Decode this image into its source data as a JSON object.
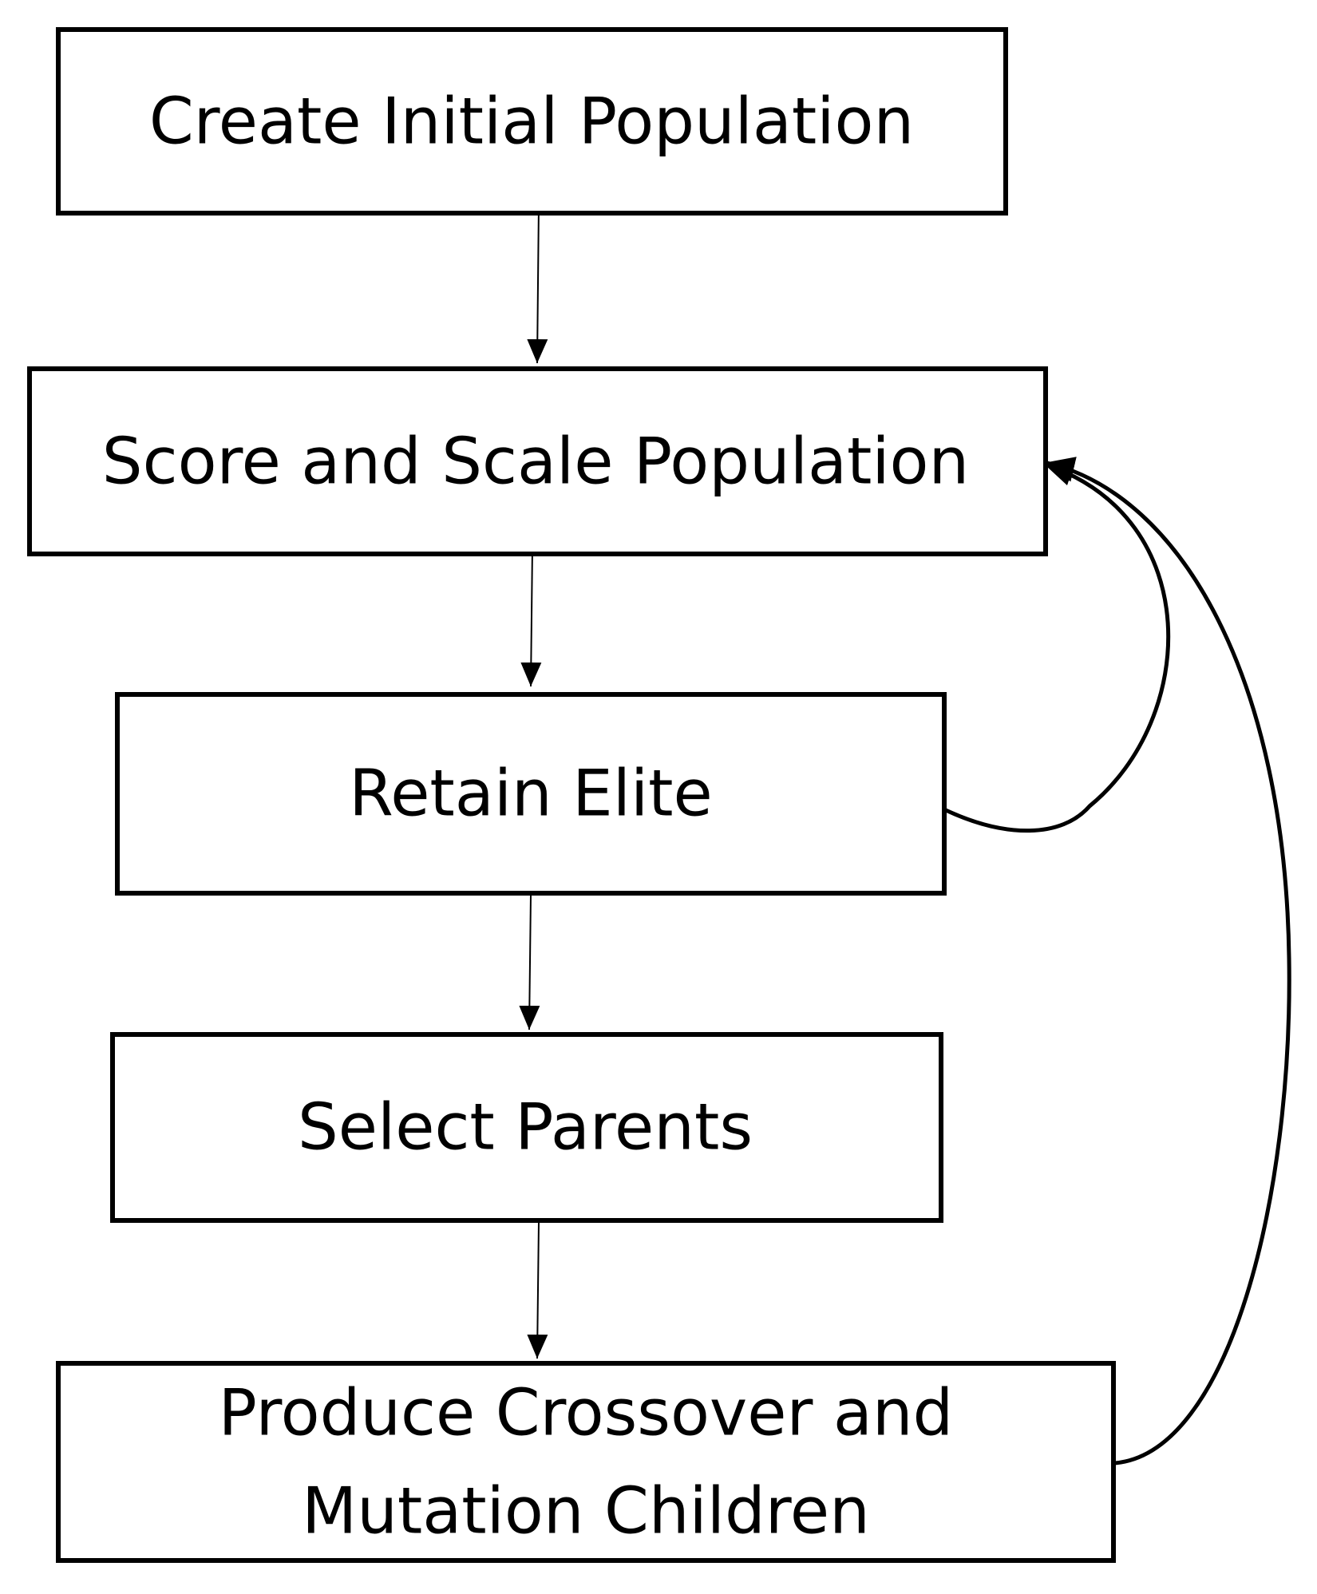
{
  "diagram": {
    "nodes": [
      {
        "id": "create",
        "lines": [
          "Create Initial Population"
        ]
      },
      {
        "id": "score",
        "lines": [
          "Score and Scale Population"
        ]
      },
      {
        "id": "retain",
        "lines": [
          "Retain Elite"
        ]
      },
      {
        "id": "select",
        "lines": [
          "Select Parents"
        ]
      },
      {
        "id": "produce",
        "lines": [
          "Produce Crossover and",
          "Mutation Children"
        ]
      }
    ],
    "edges": [
      {
        "from": "create",
        "to": "score"
      },
      {
        "from": "score",
        "to": "retain"
      },
      {
        "from": "retain",
        "to": "select"
      },
      {
        "from": "select",
        "to": "produce"
      },
      {
        "from": "retain",
        "to": "score"
      },
      {
        "from": "produce",
        "to": "score"
      }
    ],
    "colors": {
      "stroke": "#000000",
      "background": "#ffffff"
    }
  }
}
